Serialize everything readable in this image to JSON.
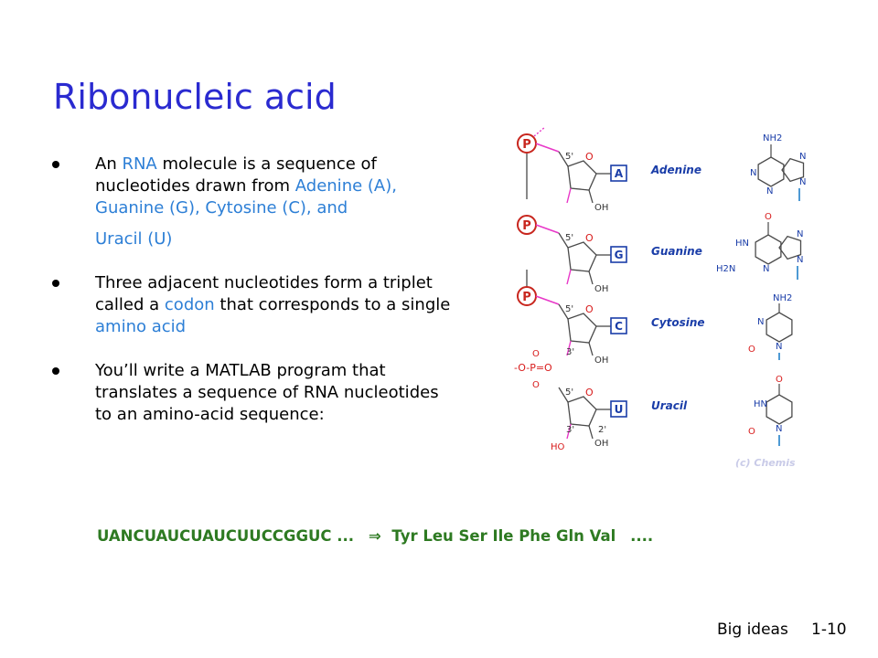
{
  "slide": {
    "title": "Ribonucleic acid",
    "bullets": [
      {
        "parts": [
          "An ",
          "RNA",
          " molecule is a sequence of nucleotides drawn from ",
          "Adenine (A), Guanine (G), Cytosine (C), and"
        ],
        "extra": "Uracil (U)"
      },
      {
        "parts": [
          "Three adjacent nucleotides form a triplet called a ",
          "codon",
          " that corresponds to a single ",
          "amino acid"
        ]
      },
      {
        "text": "You’ll write a MATLAB program that translates a sequence of RNA nucleotides to an amino-acid sequence:"
      }
    ],
    "sequence": {
      "rna": "UANCUAUCUAUCUUCCGGUC ...",
      "arrow": "⇒",
      "protein": "Tyr Leu Ser Ile Phe Gln Val",
      "trailing": "...."
    },
    "footer": {
      "left": "Big ideas",
      "right": "1-10"
    }
  },
  "figure": {
    "phosphate_label": "P",
    "linker_label": "-O-P=O",
    "linker_o_label": "O",
    "five_prime": "5'",
    "three_prime": "3'",
    "two_prime": "2'",
    "oh": "OH",
    "ho": "HO",
    "o": "O",
    "bases": [
      {
        "letter": "A",
        "name": "Adenine"
      },
      {
        "letter": "G",
        "name": "Guanine"
      },
      {
        "letter": "C",
        "name": "Cytosine"
      },
      {
        "letter": "U",
        "name": "Uracil"
      }
    ],
    "ring_atoms": {
      "nh2": "NH2",
      "h2n": "H2N",
      "hn": "HN",
      "n": "N",
      "o": "O"
    },
    "watermark": "(c) Chemis",
    "colors": {
      "phosphate": "#c8261e",
      "backbone": "#6a6a6a",
      "base_box": "#1a3da8",
      "base_name": "#1a3da8",
      "ring_n": "#1a3da8",
      "ring_o": "#d81b1b",
      "bond_highlight": "#e838c8",
      "watermark": "#c9cbe8"
    }
  }
}
